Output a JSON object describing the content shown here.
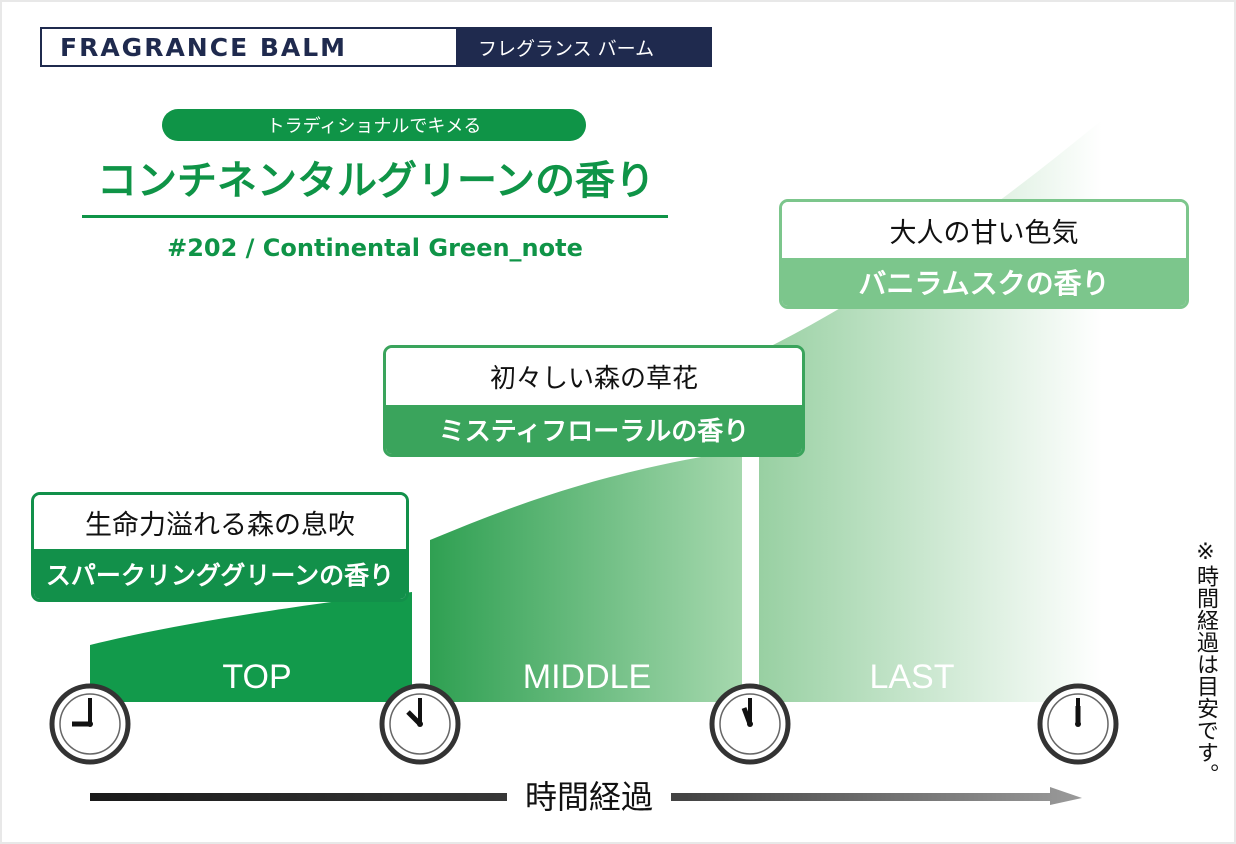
{
  "header": {
    "brand_en": "FRAGRANCE BALM",
    "brand_jp": "フレグランス バーム"
  },
  "product": {
    "tagline": "トラディショナルでキメる",
    "title": "コンチネンタルグリーンの香り",
    "subtitle": "#202 / Continental Green_note"
  },
  "notes": [
    {
      "phase": "TOP",
      "description": "生命力溢れる森の息吹",
      "name": "スパークリンググリーンの香り",
      "color": "#12904a"
    },
    {
      "phase": "MIDDLE",
      "description": "初々しい森の草花",
      "name": "ミスティフローラルの香り",
      "color": "#3aa45c"
    },
    {
      "phase": "LAST",
      "description": "大人の甘い色気",
      "name": "バニラムスクの香り",
      "color": "#7cc68c"
    }
  ],
  "timeline": {
    "label": "時間経過",
    "side_note": "※時間経過は目安です。"
  },
  "colors": {
    "navy": "#1f2a4e",
    "green_dark": "#0f9447",
    "green_mid": "#3aa45c",
    "green_light": "#7cc68c"
  },
  "icons": [
    "clock-icon",
    "clock-icon",
    "clock-icon",
    "clock-icon"
  ]
}
